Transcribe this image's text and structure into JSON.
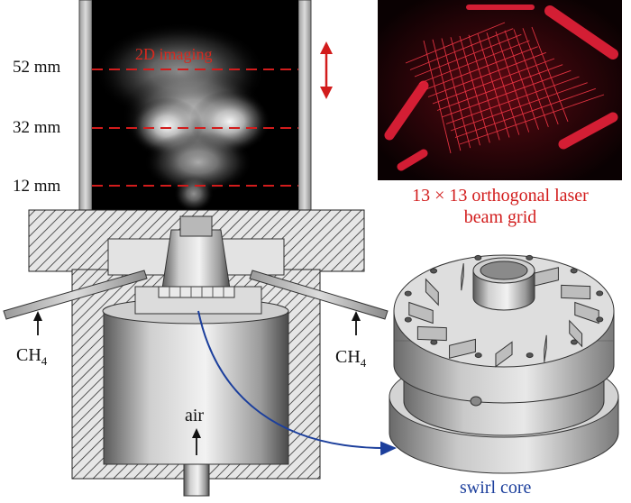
{
  "labels": {
    "imaging": "2D imaging",
    "height_52": "52 mm",
    "height_32": "32 mm",
    "height_12": "12 mm",
    "grid_line1": "13 × 13 orthogonal laser",
    "grid_line2": "beam grid",
    "ch4_left_main": "CH",
    "ch4_left_sub": "4",
    "ch4_right_main": "CH",
    "ch4_right_sub": "4",
    "air": "air",
    "swirl_core": "swirl core"
  },
  "colors": {
    "annotation_red": "#d21c1c",
    "swirl_blue": "#1c3f9c",
    "metal_grey": "#b8b8b8",
    "hatch": "#333333"
  }
}
